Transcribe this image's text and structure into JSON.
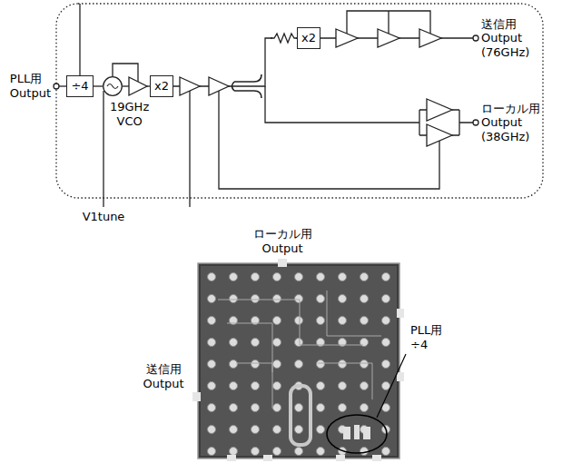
{
  "diagram": {
    "nodes": [
      {
        "text": [
          "÷4"
        ]
      },
      {
        "text": [
          "19GHz VCO"
        ]
      },
      {
        "text": [
          "x2"
        ]
      },
      {
        "text": [
          "x2"
        ]
      }
    ],
    "edges": [
      {
        "from": 1,
        "to": 0,
        "arrow": "none"
      },
      {
        "from": 1,
        "to": 2,
        "arrow": "none"
      },
      {
        "from": 2,
        "to": 3,
        "arrow": "none"
      }
    ],
    "labels": [
      "PLL用 Output",
      "送信用 Output (76GHz)",
      "ローカル用 Output (38GHz)",
      "V1tune",
      "ローカル用 Output",
      "PLL用 ÷4",
      "送信用 Output"
    ]
  }
}
